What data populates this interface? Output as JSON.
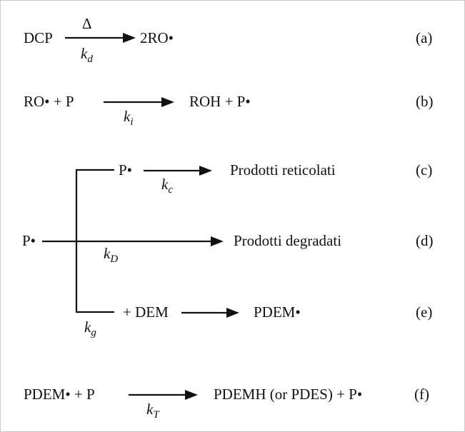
{
  "reactions": {
    "a": {
      "label": "(a)",
      "reactant": "DCP",
      "above": "Δ",
      "rate_k": "k",
      "rate_sub": "d",
      "product": "2RO•"
    },
    "b": {
      "label": "(b)",
      "reactant": "RO• + P",
      "rate_k": "k",
      "rate_sub": "i",
      "product": "ROH + P•"
    },
    "c": {
      "label": "(c)",
      "reactant": "P•",
      "rate_k": "k",
      "rate_sub": "c",
      "product": "Prodotti reticolati"
    },
    "d": {
      "label": "(d)",
      "reactant": "P•",
      "rate_k": "k",
      "rate_sub": "D",
      "product": "Prodotti degradati"
    },
    "e": {
      "label": "(e)",
      "reactant": "+ DEM",
      "rate_k": "k",
      "rate_sub": "g",
      "product": "PDEM•"
    },
    "f": {
      "label": "(f)",
      "reactant": "PDEM• + P",
      "rate_k": "k",
      "rate_sub": "T",
      "product": "PDEMH (or PDES) + P•"
    }
  }
}
